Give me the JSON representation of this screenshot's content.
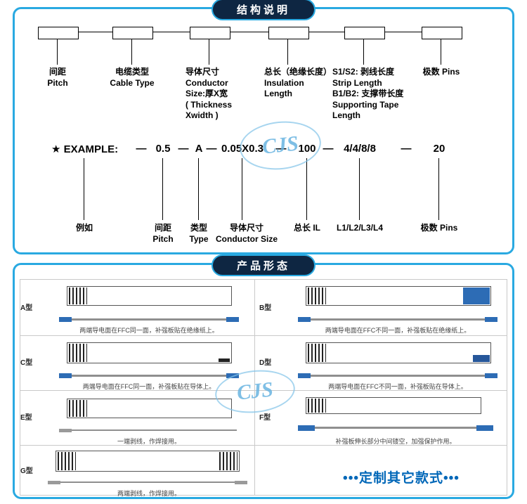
{
  "watermark": {
    "text": "CJS"
  },
  "structure": {
    "title": "结构说明",
    "top_labels": [
      {
        "lines": [
          "间距",
          "Pitch"
        ]
      },
      {
        "lines": [
          "电缆类型",
          "Cable Type"
        ]
      },
      {
        "lines": [
          "导体尺寸",
          "Conductor",
          "Size:厚X宽",
          "( Thickness",
          "Xwidth )"
        ]
      },
      {
        "lines": [
          "总长（绝缘长度）",
          "Insulation",
          "Length"
        ]
      },
      {
        "lines": [
          "S1/S2:  剥线长度",
          "Strip Length",
          "B1/B2:  支撑带长度",
          "Supporting Tape",
          "Length"
        ]
      },
      {
        "lines": [
          "极数 Pins"
        ]
      }
    ],
    "example": {
      "star": "★",
      "label": "EXAMPLE:",
      "dash": "—",
      "values": [
        "0.5",
        "A",
        "0.05X0.3",
        "100",
        "4/4/8/8",
        "20"
      ]
    },
    "bottom_labels": [
      {
        "lines": [
          "例如"
        ]
      },
      {
        "lines": [
          "间距",
          "Pitch"
        ]
      },
      {
        "lines": [
          "类型",
          "Type"
        ]
      },
      {
        "lines": [
          "导体尺寸",
          "Conductor  Size"
        ]
      },
      {
        "lines": [
          "总长 IL"
        ]
      },
      {
        "lines": [
          "L1/L2/L3/L4"
        ]
      },
      {
        "lines": [
          "极数 Pins"
        ]
      }
    ]
  },
  "products": {
    "title": "产品形态",
    "items": [
      {
        "type": "A型",
        "desc": "两端导电面在FFC同一面，补强板贴在绝缘纸上。"
      },
      {
        "type": "B型",
        "desc": "两端导电面在FFC不同一面，补强板贴在绝缘纸上。"
      },
      {
        "type": "C型",
        "desc": "两端导电面在FFC同一面，补强板贴在导体上。"
      },
      {
        "type": "D型",
        "desc": "两端导电面在FFC不同一面，补强板贴在导体上。"
      },
      {
        "type": "E型",
        "desc": "一端剥线，作焊接用。"
      },
      {
        "type": "F型",
        "desc": "补强板伸长部分中间镂空，加强保护作用。"
      },
      {
        "type": "G型",
        "desc": "两端剥线，作焊接用。"
      }
    ],
    "custom": "•••定制其它款式•••"
  }
}
